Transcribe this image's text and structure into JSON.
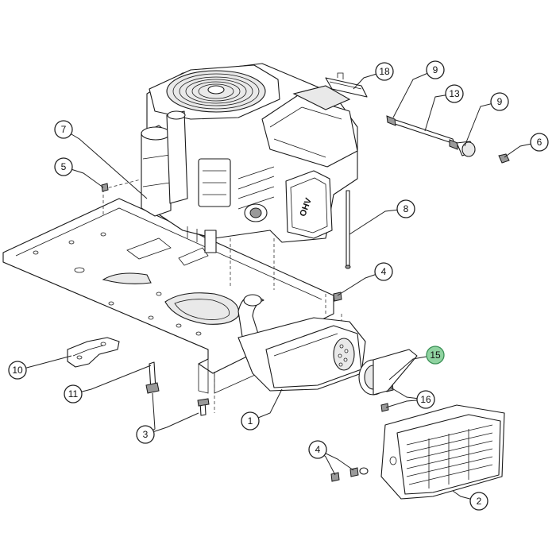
{
  "diagram": {
    "engine_label": "OHV",
    "highlight_color": "#8fd3a0",
    "callouts": [
      {
        "id": "c18",
        "label": "18",
        "highlight": false
      },
      {
        "id": "c9a",
        "label": "9",
        "highlight": false
      },
      {
        "id": "c13",
        "label": "13",
        "highlight": false
      },
      {
        "id": "c9b",
        "label": "9",
        "highlight": false
      },
      {
        "id": "c6",
        "label": "6",
        "highlight": false
      },
      {
        "id": "c7",
        "label": "7",
        "highlight": false
      },
      {
        "id": "c5",
        "label": "5",
        "highlight": false
      },
      {
        "id": "c8",
        "label": "8",
        "highlight": false
      },
      {
        "id": "c4a",
        "label": "4",
        "highlight": false
      },
      {
        "id": "c15",
        "label": "15",
        "highlight": true
      },
      {
        "id": "c10",
        "label": "10",
        "highlight": false
      },
      {
        "id": "c11",
        "label": "11",
        "highlight": false
      },
      {
        "id": "c16",
        "label": "16",
        "highlight": false
      },
      {
        "id": "c1",
        "label": "1",
        "highlight": false
      },
      {
        "id": "c3",
        "label": "3",
        "highlight": false
      },
      {
        "id": "c4b",
        "label": "4",
        "highlight": false
      },
      {
        "id": "c2",
        "label": "2",
        "highlight": false
      }
    ]
  }
}
